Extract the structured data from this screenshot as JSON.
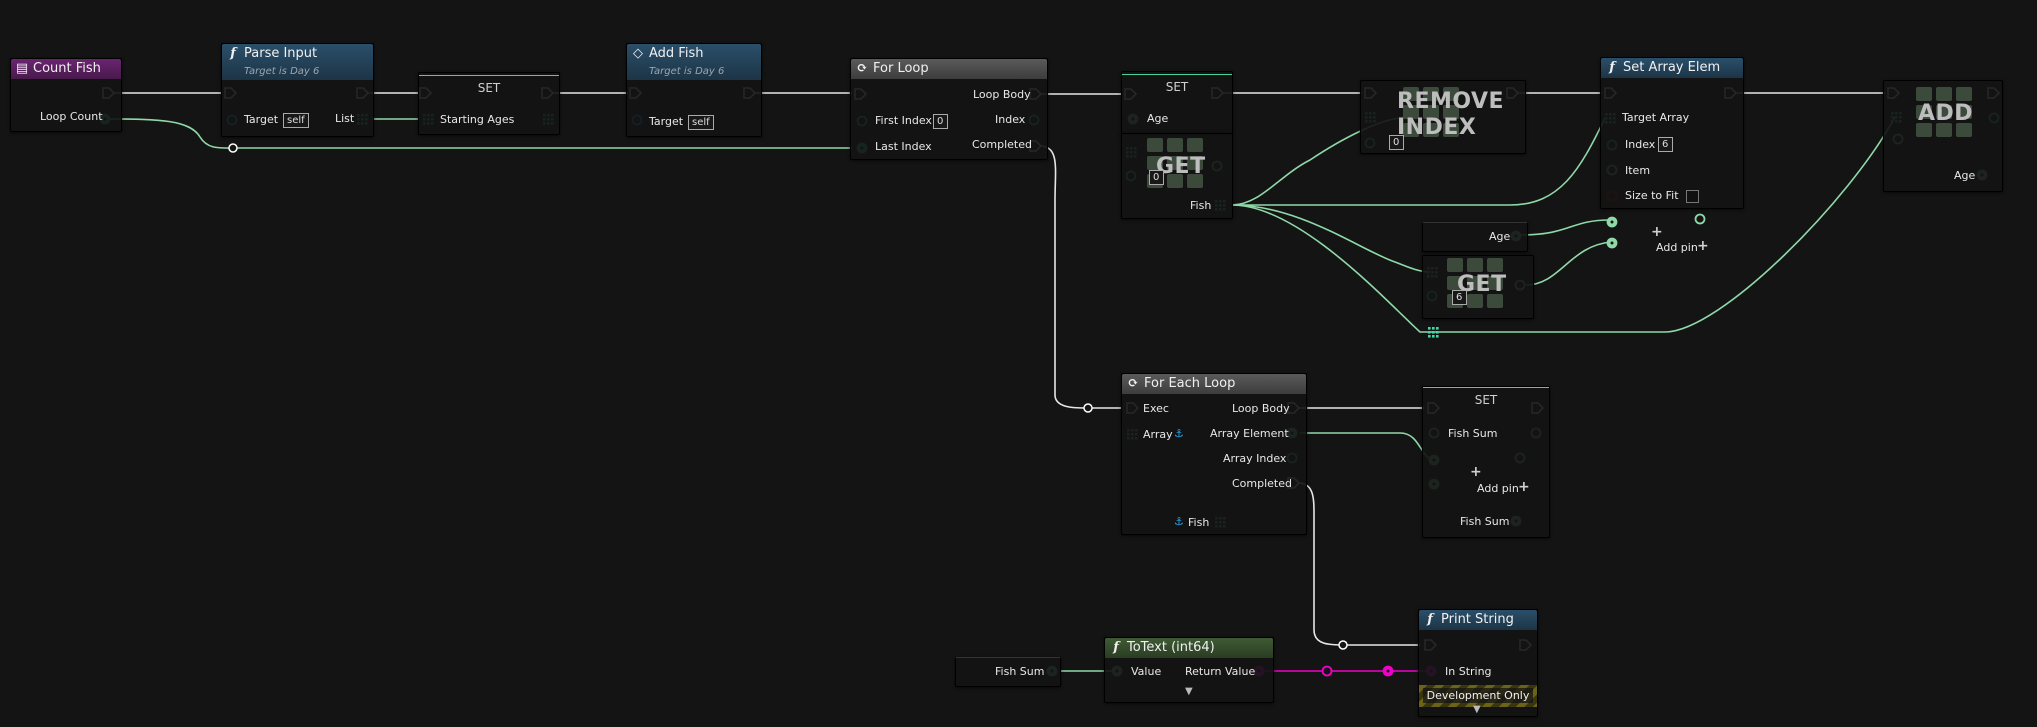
{
  "nodes": {
    "count_fish": {
      "title": "Count Fish",
      "loop_count": "Loop Count"
    },
    "parse_input": {
      "title": "Parse Input",
      "subtitle": "Target is Day 6",
      "target": "Target",
      "self": "self",
      "list": "List"
    },
    "set_starting_ages": {
      "title": "SET",
      "var": "Starting Ages"
    },
    "add_fish": {
      "title": "Add Fish",
      "subtitle": "Target is Day 6",
      "target": "Target",
      "self": "self"
    },
    "for_loop": {
      "title": "For Loop",
      "first_index": "First Index",
      "first_index_value": "0",
      "last_index": "Last Index",
      "loop_body": "Loop Body",
      "index": "Index",
      "completed": "Completed"
    },
    "set_age": {
      "title": "SET",
      "var": "Age"
    },
    "get_fish": {
      "title": "GET",
      "index_value": "0",
      "fish": "Fish"
    },
    "remove_index": {
      "title_line1": "REMOVE",
      "title_line2": "INDEX",
      "index_value": "0"
    },
    "set_array_elem": {
      "title": "Set Array Elem",
      "target_array": "Target Array",
      "index": "Index",
      "index_value": "6",
      "item": "Item",
      "size_to_fit": "Size to Fit",
      "add_pin": "Add pin"
    },
    "age_getter": {
      "label": "Age"
    },
    "get_six": {
      "title": "GET",
      "index_value": "6"
    },
    "add": {
      "title": "ADD",
      "age": "Age"
    },
    "for_each_loop": {
      "title": "For Each Loop",
      "exec": "Exec",
      "array": "Array",
      "loop_body": "Loop Body",
      "array_element": "Array Element",
      "array_index": "Array Index",
      "completed": "Completed",
      "fish": "Fish"
    },
    "set_fish_sum": {
      "title": "SET",
      "var": "Fish Sum",
      "add_pin": "Add pin",
      "out": "Fish Sum"
    },
    "fish_sum_getter": {
      "label": "Fish Sum"
    },
    "to_text": {
      "title": "ToText (int64)",
      "value": "Value",
      "return_value": "Return Value"
    },
    "print_string": {
      "title": "Print String",
      "in_string": "In String",
      "dev_only": "Development Only"
    }
  },
  "colors": {
    "exec": "#ffffff",
    "integer": "#3fd8a6",
    "object": "#2aa6e8",
    "array_int": "#3fd8a6",
    "bool": "#9a0000",
    "string": "#f000c8",
    "int64": "#a6e89a"
  }
}
